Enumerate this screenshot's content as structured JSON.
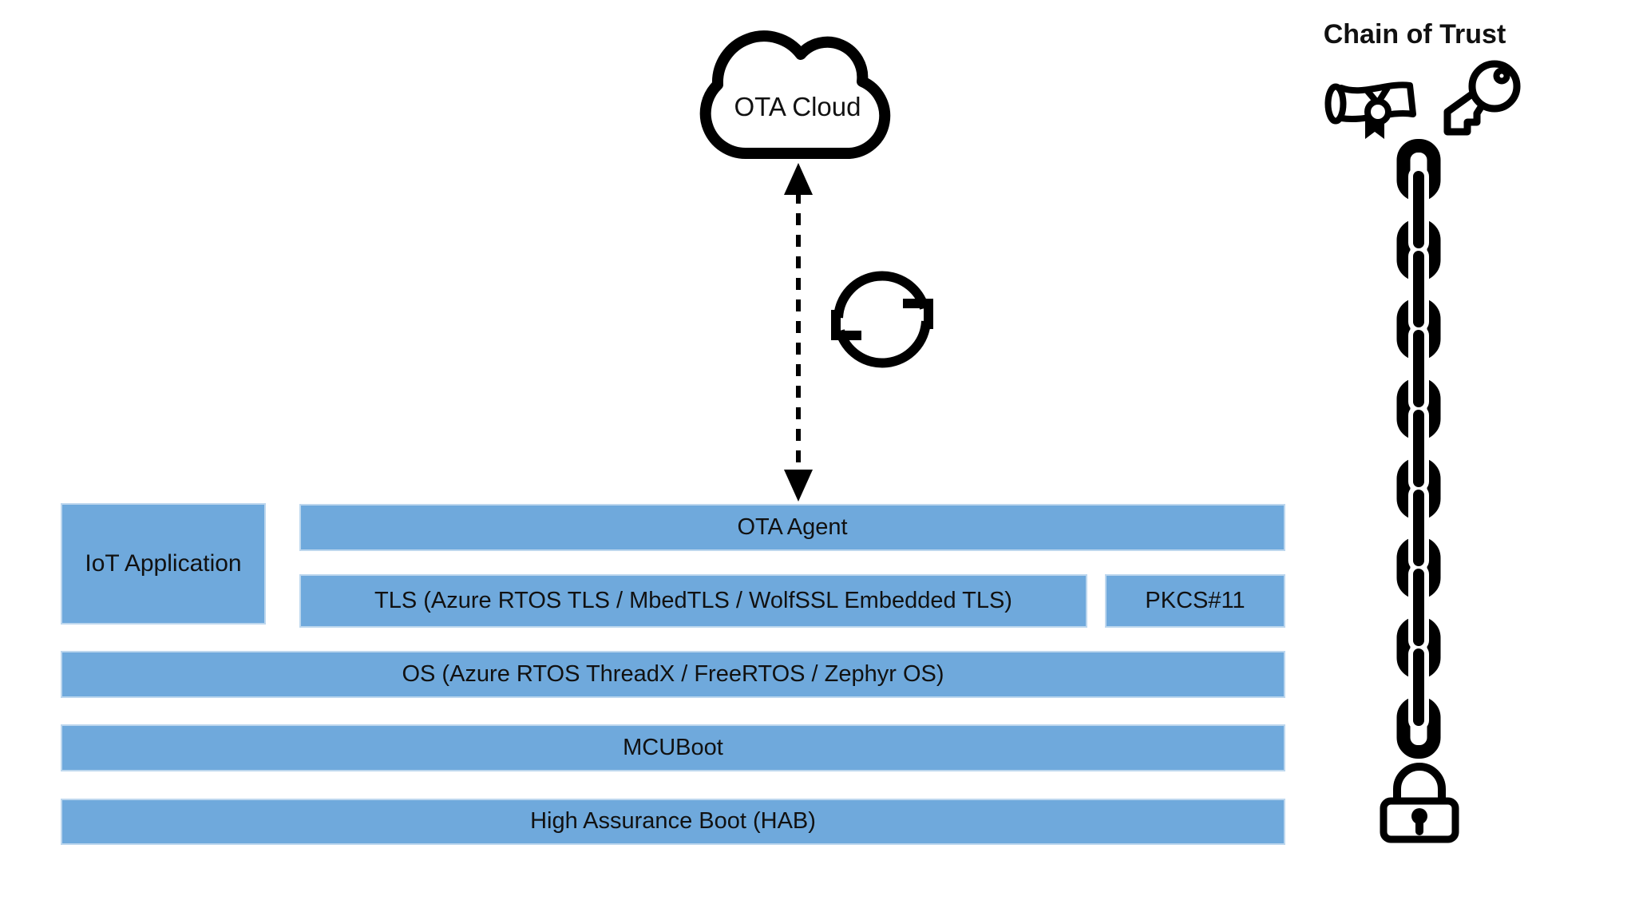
{
  "diagram": {
    "cloud": {
      "label": "OTA Cloud"
    },
    "blocks": {
      "iot_application": "IoT Application",
      "ota_agent": "OTA Agent",
      "tls": "TLS (Azure RTOS TLS / MbedTLS / WolfSSL Embedded TLS)",
      "pkcs11": "PKCS#11",
      "os": "OS (Azure RTOS ThreadX / FreeRTOS / Zephyr OS)",
      "mcuboot": "MCUBoot",
      "hab": "High Assurance Boot (HAB)"
    },
    "chain_of_trust": {
      "title": "Chain of Trust"
    },
    "icons": [
      "cloud-icon",
      "dashed-double-arrow-icon",
      "sync-icon",
      "certificate-icon",
      "key-icon",
      "chain-icon",
      "padlock-icon"
    ],
    "colors": {
      "block_fill": "#6FA9DC",
      "block_border": "#BDD7EE",
      "icon": "#000000",
      "text": "#111111",
      "background": "#FFFFFF"
    }
  }
}
